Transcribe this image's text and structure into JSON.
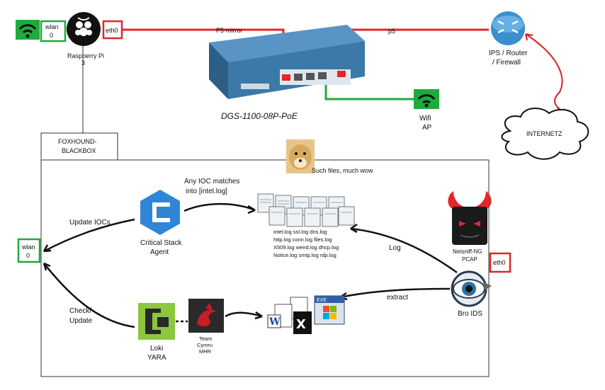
{
  "labels": {
    "wlan_top": "wlan",
    "wlan_top_num": "0",
    "eth0_top": "eth0",
    "pi_name_l1": "Raspberry Pi",
    "pi_name_l2": "3",
    "ps_mirror": "P5-mirror",
    "p5": "p5",
    "switch_model": "DGS-1100-08P-PoE",
    "router_l1": "IPS / Router",
    "router_l2": "/ Firewall",
    "wifi_ap_l1": "Wifi",
    "wifi_ap_l2": "AP",
    "internet": "INTERNETZ",
    "foxhound_l1": "FOXHOUND-",
    "foxhound_l2": "BLACKBOX",
    "doge_caption": "Such files, much wow",
    "ioc_l1": "Any IOC matches",
    "ioc_l2": "into [intel.log]",
    "update_iocs": "Update IOCs",
    "critical_l1": "Critical Stack",
    "critical_l2": "Agent",
    "logs_l1": "intel.log ssl.log dns.log",
    "logs_l2": "http.log conn.log files.log",
    "logs_l3": "X509.log weird.log dhcp.log",
    "logs_l4": "Notice.log smtp.log rdp.log",
    "log": "Log",
    "netsniff_l1": "Netsniff-NG",
    "netsniff_l2": "PCAP",
    "eth0_right": "eth0",
    "wlan_left": "wlan",
    "wlan_left_num": "0",
    "check_l1": "Check/",
    "check_l2": "Update",
    "extract": "extract",
    "bro_ids": "Bro IDS",
    "loki_l1": "Loki",
    "loki_l2": "YARA",
    "cymru_l1": "Team",
    "cymru_l2": "Cymru",
    "cymru_l3": "MHR",
    "exe": "EXE"
  },
  "colors": {
    "red_link": "#e3262a",
    "green_link": "#1faa3c",
    "switch_blue": "#3a79a8",
    "router_blue": "#3b8fd0",
    "critical_blue": "#2f86d6",
    "loki_green": "#8dc63f",
    "cymru_red": "#c81d24"
  }
}
